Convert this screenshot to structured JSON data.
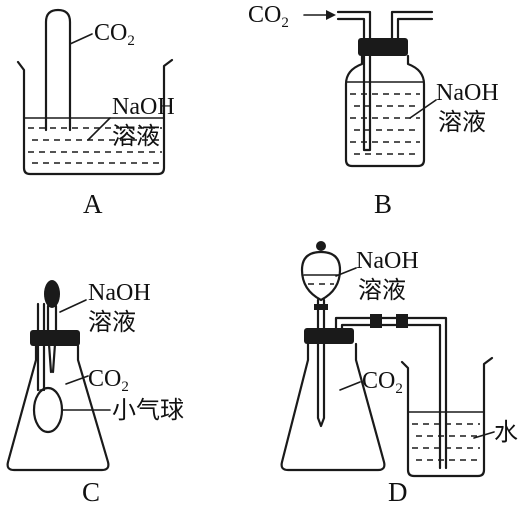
{
  "panels": [
    {
      "id": "A",
      "caption": "A",
      "labels": {
        "gas": "CO",
        "gas_sub": "2",
        "reagent_1": "NaOH",
        "reagent_2": "溶液"
      }
    },
    {
      "id": "B",
      "caption": "B",
      "labels": {
        "gas": "CO",
        "gas_sub": "2",
        "reagent_1": "NaOH",
        "reagent_2": "溶液"
      }
    },
    {
      "id": "C",
      "caption": "C",
      "labels": {
        "reagent_1": "NaOH",
        "reagent_2": "溶液",
        "gas": "CO",
        "gas_sub": "2",
        "balloon": "小气球"
      }
    },
    {
      "id": "D",
      "caption": "D",
      "labels": {
        "reagent_1": "NaOH",
        "reagent_2": "溶液",
        "gas": "CO",
        "gas_sub": "2",
        "water": "水"
      }
    }
  ]
}
